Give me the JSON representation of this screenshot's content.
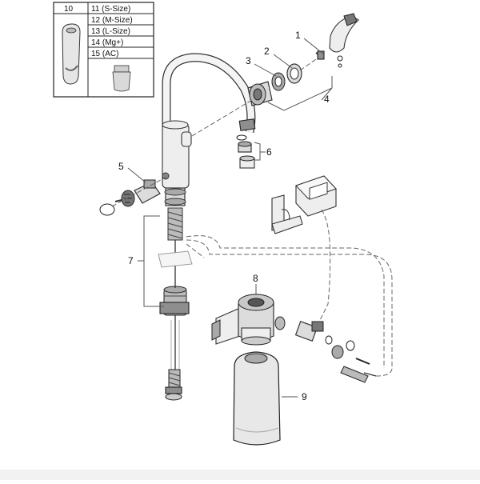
{
  "legend": {
    "header_left": "10",
    "items": [
      {
        "label": "11 (S-Size)"
      },
      {
        "label": "12 (M-Size)"
      },
      {
        "label": "13 (L-Size)"
      },
      {
        "label": "14 (Mg+)"
      },
      {
        "label": "15 (AC)"
      }
    ]
  },
  "callouts": {
    "c1": "1",
    "c2": "2",
    "c3": "3",
    "c4": "4",
    "c5": "5",
    "c6": "6",
    "c7": "7",
    "c8": "8",
    "c9": "9"
  },
  "colors": {
    "line": "#333333",
    "part_fill": "#dcdcdc",
    "dark_fill": "#8e8e8e",
    "footer": "#f2f2f2"
  }
}
